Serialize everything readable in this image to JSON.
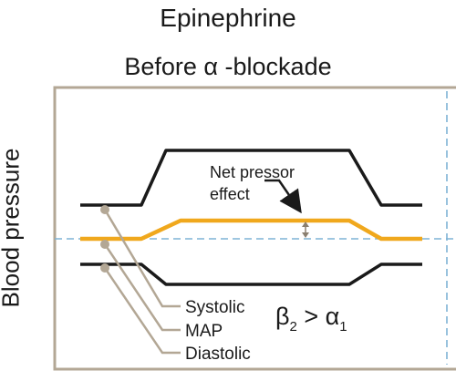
{
  "title": "Epinephrine",
  "subtitle": "Before α -blockade",
  "y_axis_label": "Blood pressure",
  "annotation": {
    "line1": "Net pressor",
    "line2": "effect"
  },
  "legend": [
    "Systolic",
    "MAP",
    "Diastolic"
  ],
  "receptor_relation": {
    "beta": "β",
    "beta_sub": "2",
    "op": " > ",
    "alpha": "α",
    "alpha_sub": "1"
  },
  "colors": {
    "systolic": "#1a1a1a",
    "map": "#f0a81d",
    "diastolic": "#1a1a1a",
    "frame": "#b3a795",
    "leader": "#b3a795",
    "baseline": "#7fb3d5",
    "effect_arrow": "#8a7f70"
  }
}
